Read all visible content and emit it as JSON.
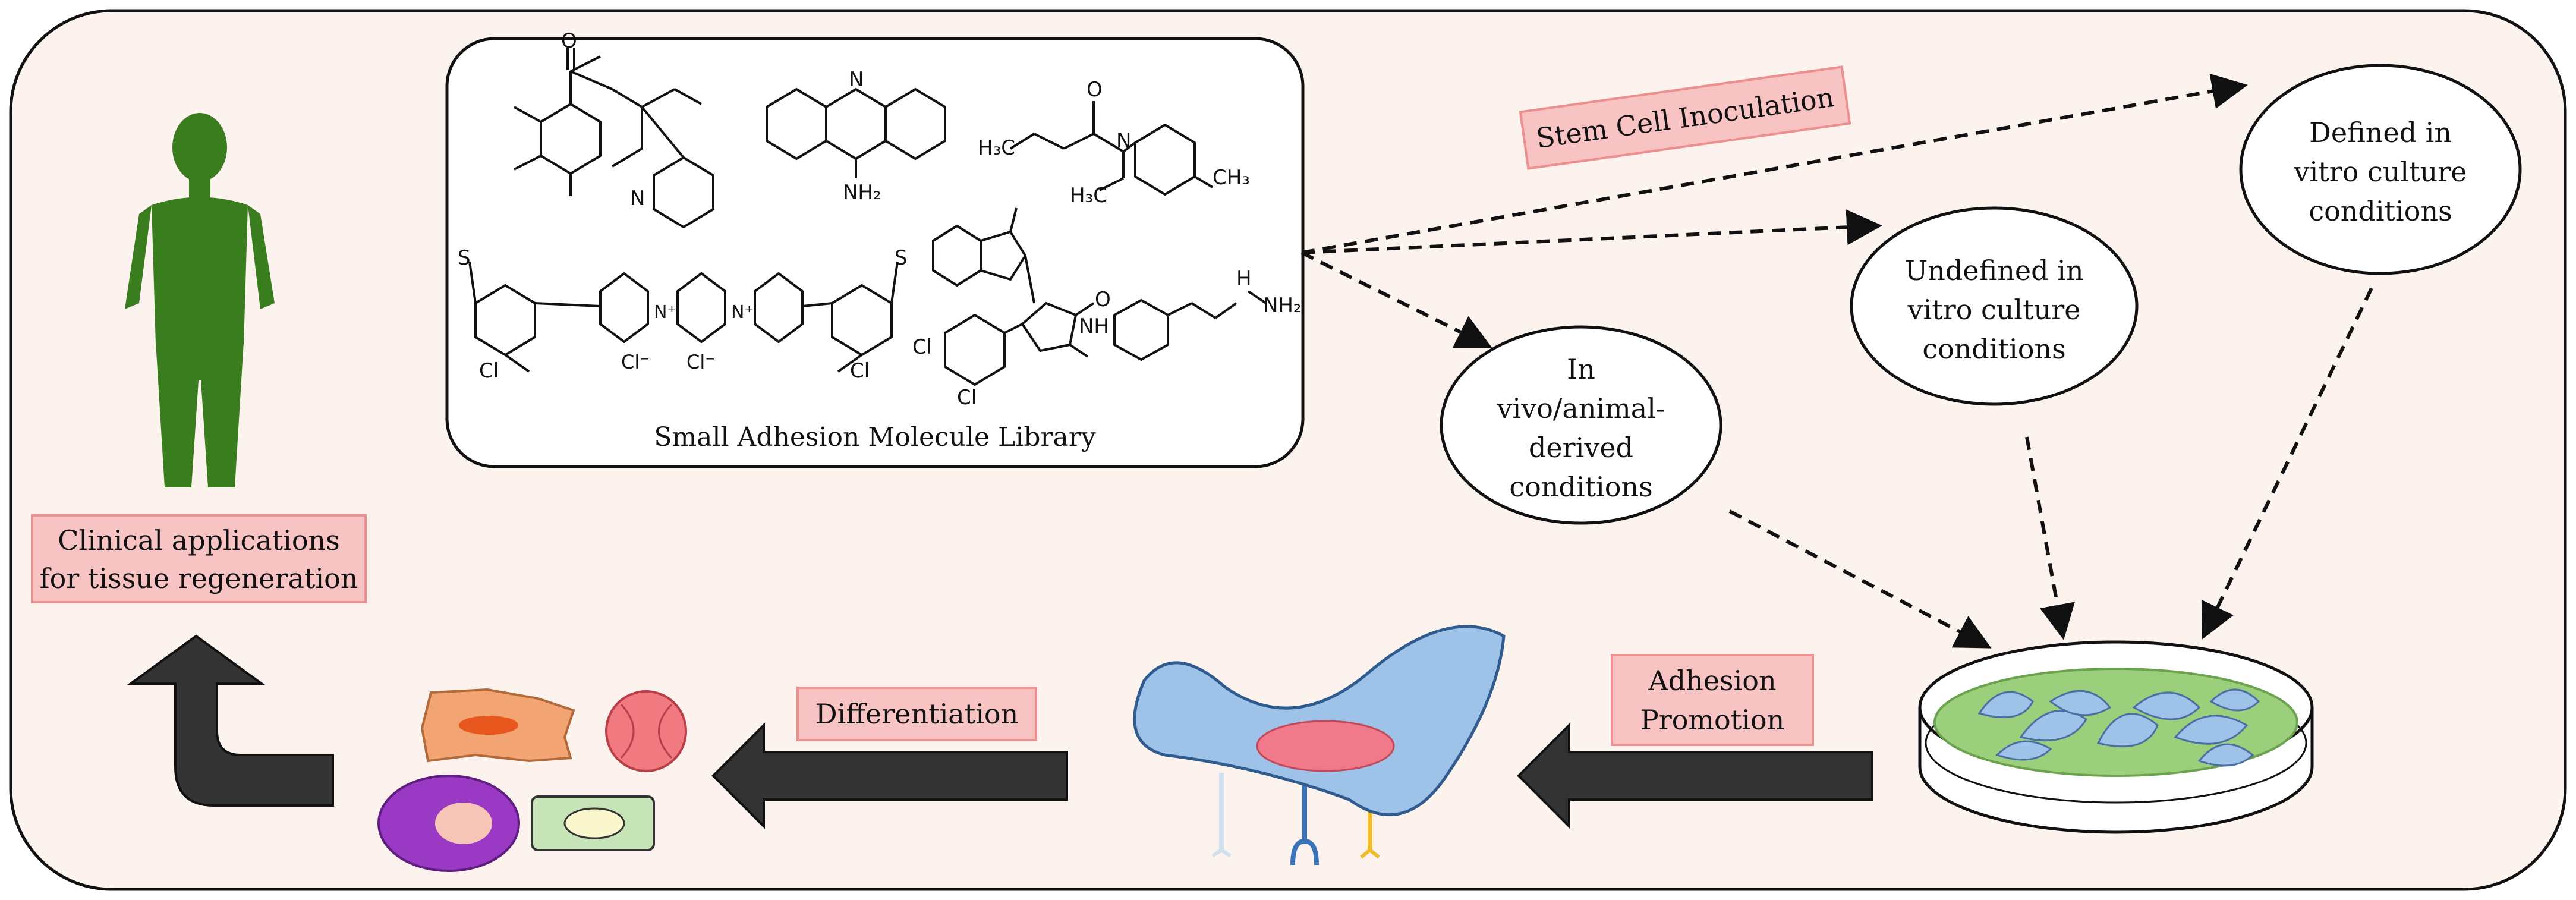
{
  "library": {
    "title": "Small Adhesion Molecule Library",
    "atom_labels": {
      "nh2": "NH₂",
      "n": "N",
      "o": "O",
      "h3c": "H₃C",
      "ch3": "CH₃",
      "cl": "Cl",
      "cl_minus": "Cl⁻",
      "n_plus": "N⁺",
      "nh": "NH",
      "h": "H",
      "s": "S"
    }
  },
  "steps": {
    "inoculation": "Stem Cell Inoculation",
    "adhesion": "Adhesion\nPromotion",
    "differentiation": "Differentiation",
    "clinical": "Clinical applications\nfor tissue regeneration"
  },
  "conditions": [
    {
      "label": "In\nvivo/animal-\nderived\nconditions"
    },
    {
      "label": "Undefined in\nvitro culture\nconditions"
    },
    {
      "label": "Defined in\nvitro culture\nconditions"
    }
  ],
  "colors": {
    "background": "#fdf3ee",
    "label_fill": "#f8c3c3",
    "label_border": "#ee8f8f",
    "human_figure": "#3a7d1e",
    "cell_body": "#9fc2e8",
    "nucleus": "#f07a8a",
    "dish_medium": "#9ccf7c",
    "big_arrow": "#333333"
  }
}
